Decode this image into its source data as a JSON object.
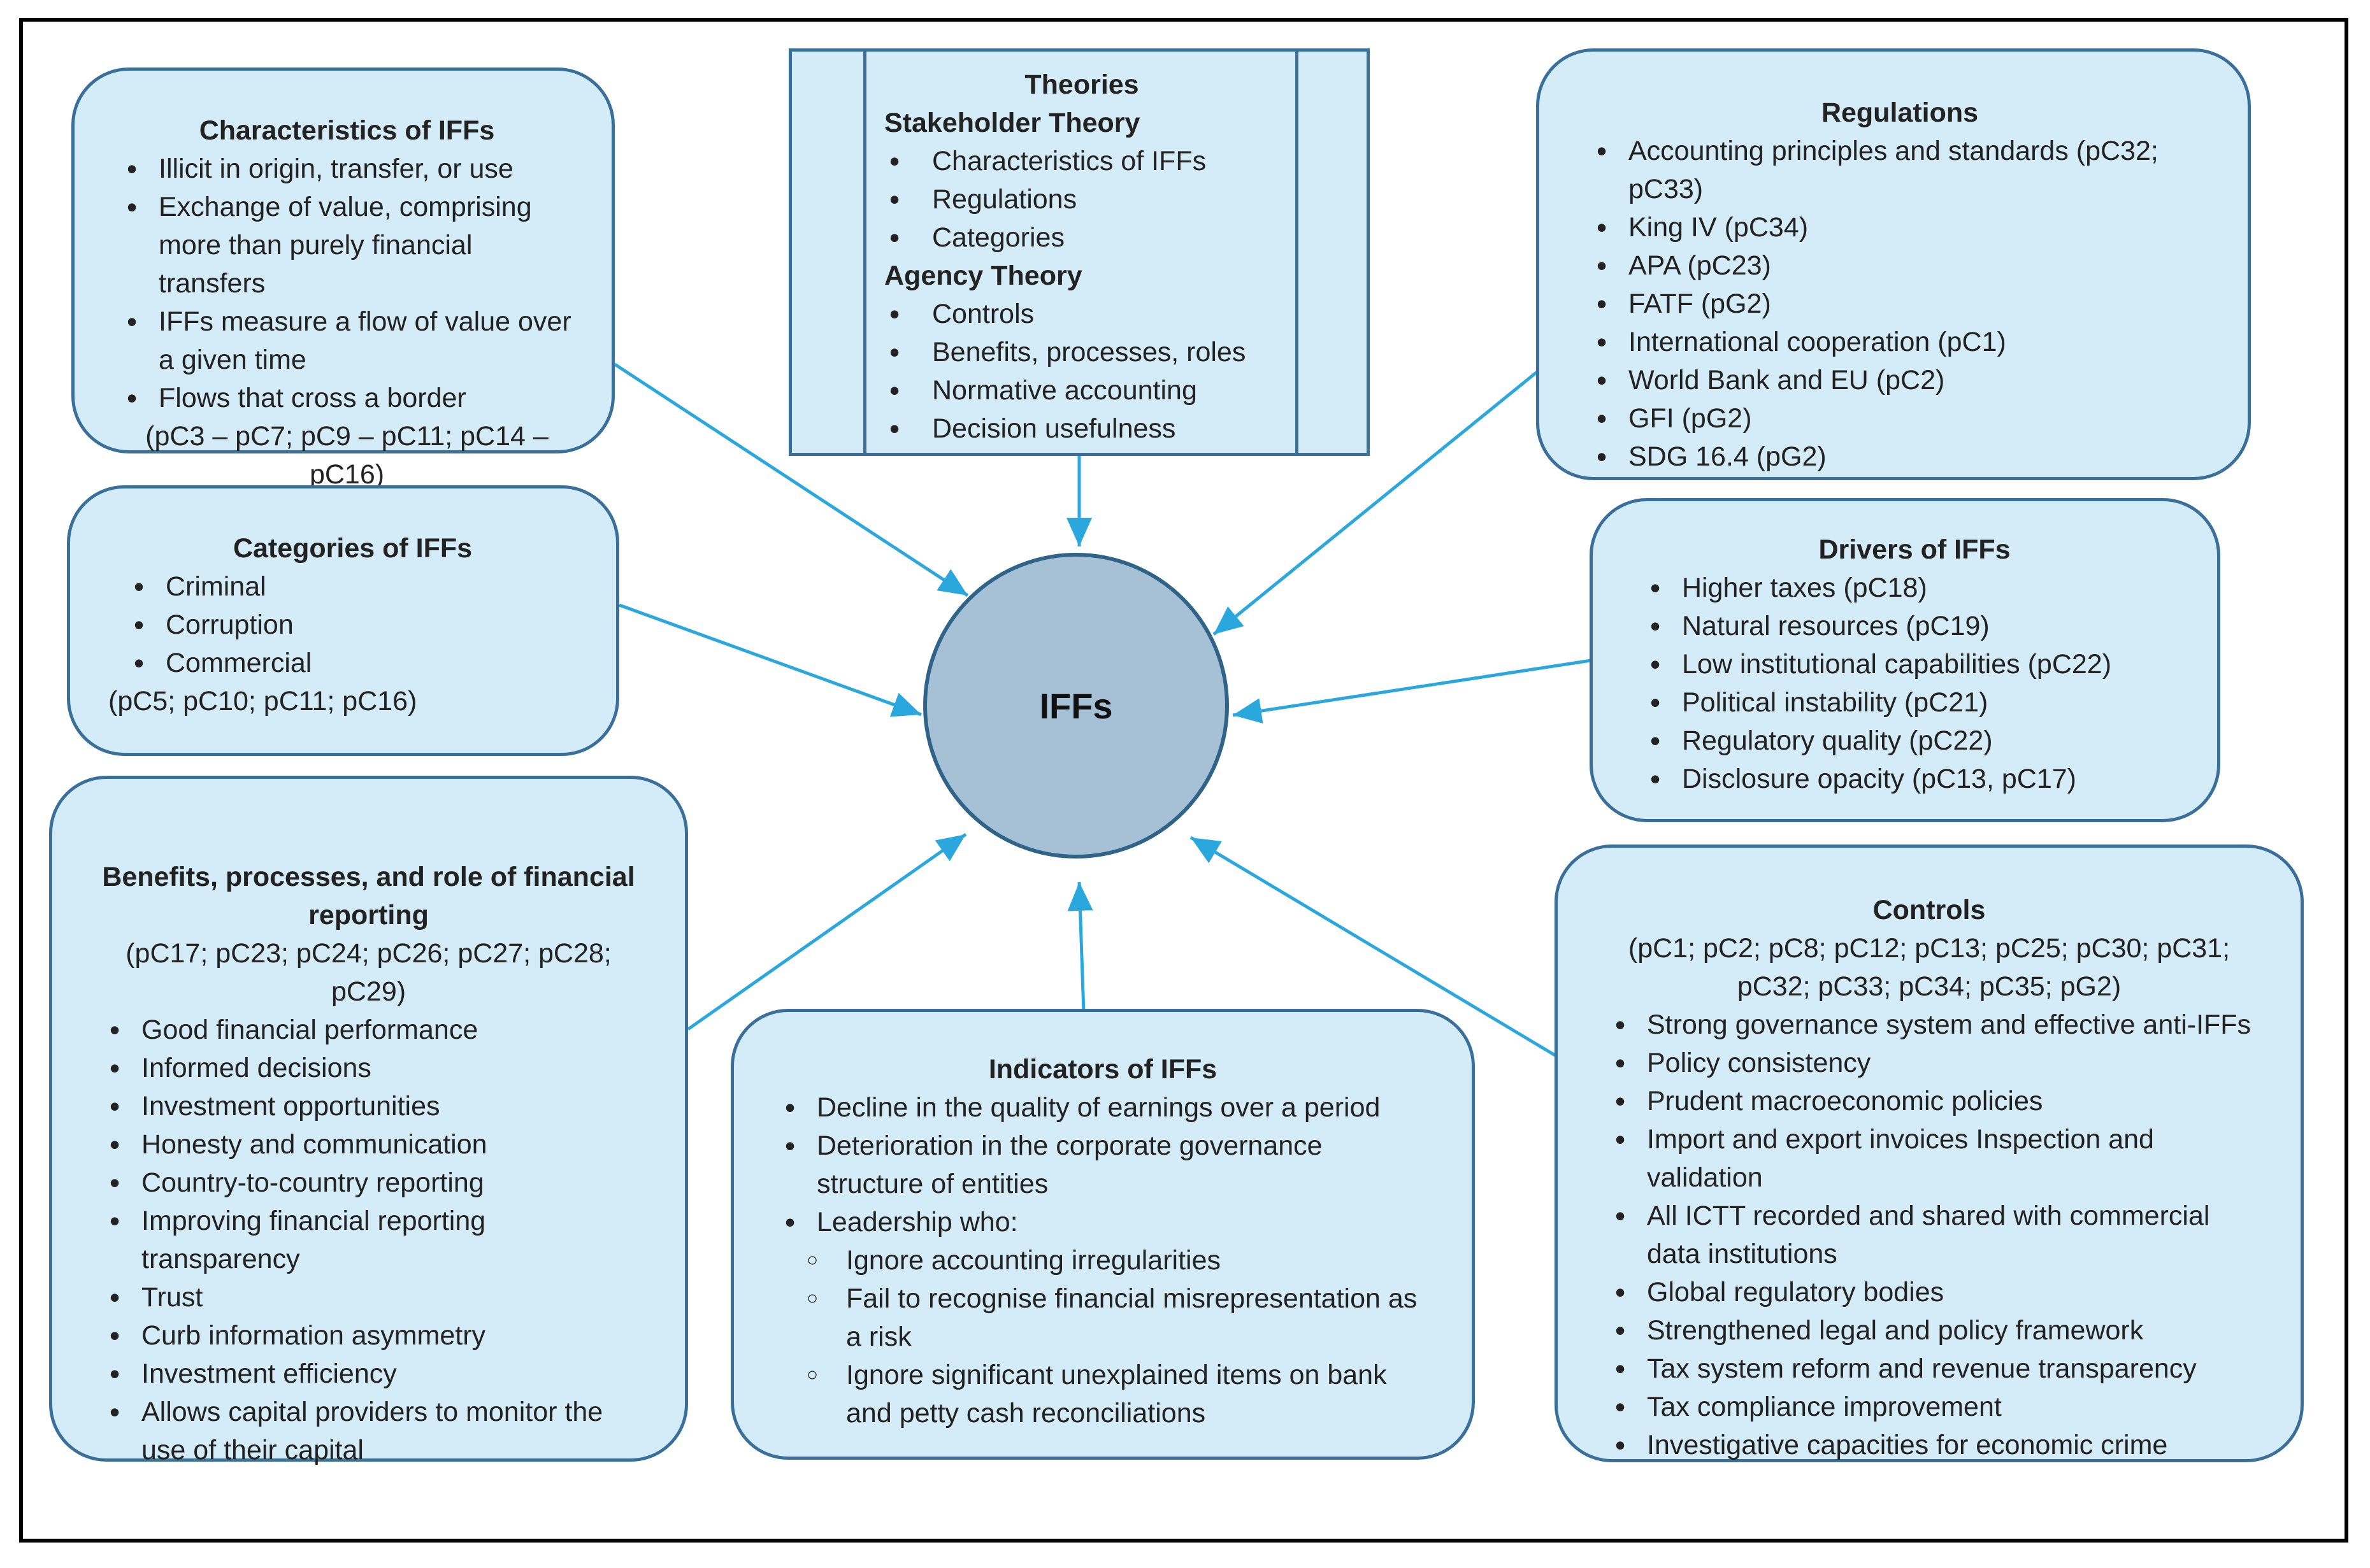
{
  "colors": {
    "box_fill": "#d4ecf7",
    "box_border": "#3a6f9a",
    "center_fill": "#a6c0d6",
    "arrow": "#2aa7dc"
  },
  "center": {
    "label": "IFFs"
  },
  "theories": {
    "title": "Theories",
    "stakeholder_heading": "Stakeholder Theory",
    "stakeholder_items": [
      "Characteristics of IFFs",
      "Regulations",
      "Categories"
    ],
    "agency_heading": "Agency Theory",
    "agency_items": [
      "Controls",
      "Benefits, processes, roles",
      "Normative accounting",
      "Decision usefulness"
    ]
  },
  "characteristics": {
    "title": "Characteristics of IFFs",
    "items": [
      "Illicit in origin, transfer, or use",
      "Exchange of value, comprising more than purely financial transfers",
      "IFFs measure a flow of value over a given time",
      "Flows that cross a border"
    ],
    "citation": "(pC3 – pC7; pC9 – pC11; pC14 – pC16)"
  },
  "categories": {
    "title": "Categories of IFFs",
    "items": [
      "Criminal",
      "Corruption",
      "Commercial"
    ],
    "citation": "(pC5; pC10; pC11; pC16)"
  },
  "benefits": {
    "title": "Benefits, processes, and role of financial reporting",
    "citation": "(pC17; pC23; pC24; pC26; pC27; pC28; pC29)",
    "items": [
      "Good financial performance",
      "Informed decisions",
      "Investment opportunities",
      "Honesty and communication",
      "Country-to-country reporting",
      "Improving financial reporting transparency",
      "Trust",
      "Curb information asymmetry",
      "Investment efficiency",
      "Allows capital providers to monitor the use of their capital"
    ]
  },
  "indicators": {
    "title": "Indicators of IFFs",
    "items": [
      "Decline in the quality of earnings over a period",
      "Deterioration in the corporate governance structure of entities",
      "Leadership who:"
    ],
    "sub_items": [
      "Ignore accounting irregularities",
      "Fail to recognise financial misrepresentation as a risk",
      "Ignore significant unexplained items on bank and petty cash reconciliations"
    ]
  },
  "regulations": {
    "title": "Regulations",
    "items": [
      "Accounting principles and standards (pC32; pC33)",
      "King IV (pC34)",
      "APA (pC23)",
      "FATF (pG2)",
      "International cooperation (pC1)",
      "World Bank and EU (pC2)",
      "GFI (pG2)",
      "SDG 16.4 (pG2)"
    ]
  },
  "drivers": {
    "title": "Drivers of IFFs",
    "items": [
      "Higher taxes (pC18)",
      "Natural resources (pC19)",
      "Low institutional capabilities (pC22)",
      "Political instability (pC21)",
      "Regulatory quality (pC22)",
      "Disclosure opacity (pC13, pC17)"
    ]
  },
  "controls": {
    "title": "Controls",
    "citation": "(pC1; pC2; pC8; pC12; pC13; pC25; pC30; pC31; pC32; pC33; pC34; pC35; pG2)",
    "items": [
      "Strong governance system and effective anti-IFFs",
      "Policy consistency",
      "Prudent macroeconomic policies",
      "Import and export invoices Inspection and validation",
      "All ICTT recorded and shared with commercial data institutions",
      "Global regulatory bodies",
      "Strengthened legal and policy framework",
      "Tax system reform and revenue transparency",
      "Tax compliance improvement",
      "Investigative capacities for economic crime"
    ]
  }
}
